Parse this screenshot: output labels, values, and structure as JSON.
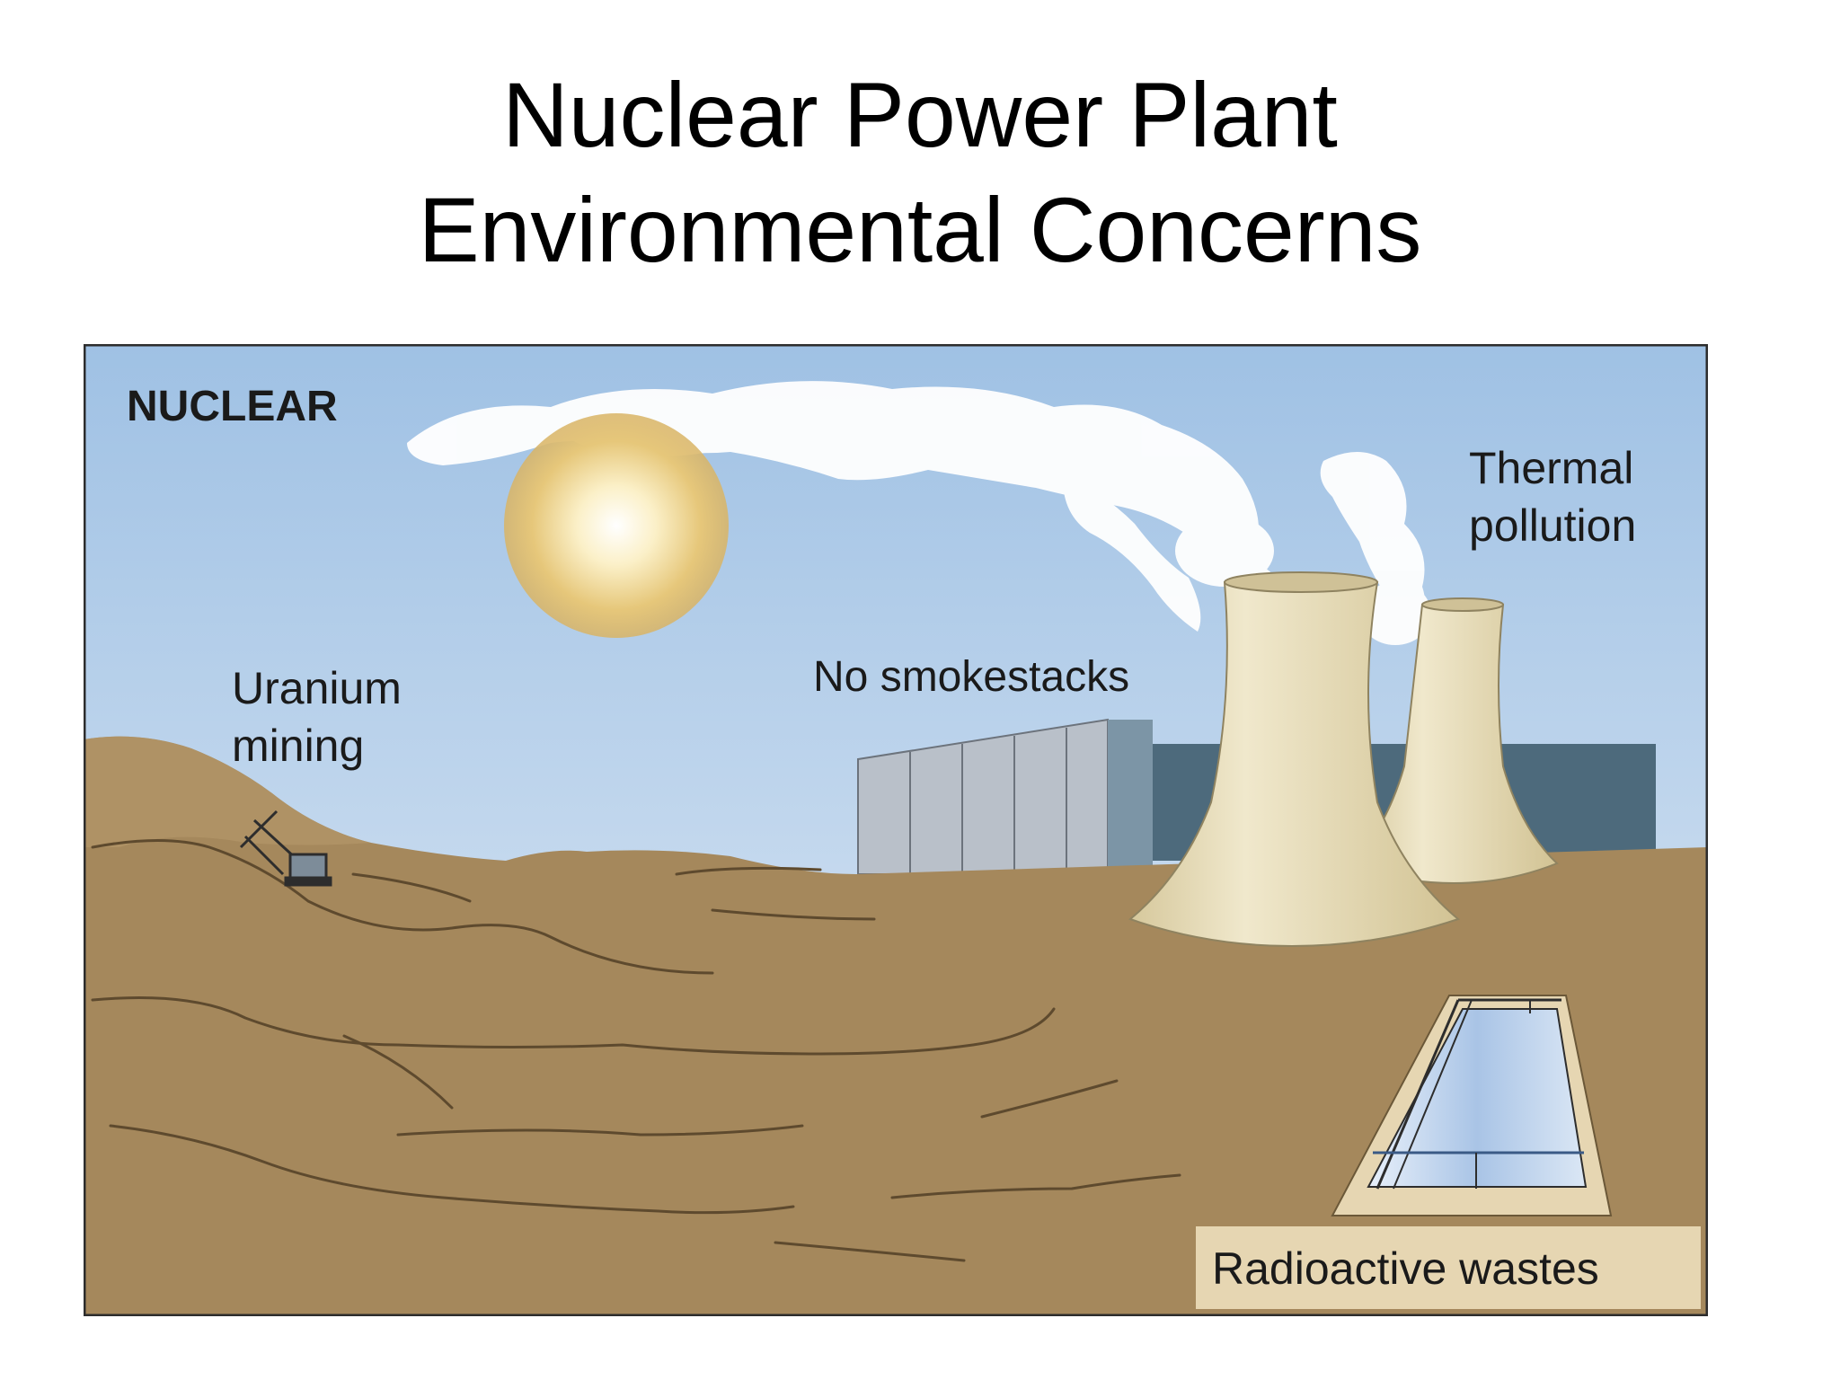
{
  "slide": {
    "title_line1": "Nuclear Power Plant",
    "title_line2": "Environmental Concerns"
  },
  "figure": {
    "heading": "NUCLEAR",
    "labels": {
      "uranium_line1": "Uranium",
      "uranium_line2": "mining",
      "smokestacks": "No smokestacks",
      "thermal_line1": "Thermal",
      "thermal_line2": "pollution",
      "wastes": "Radioactive wastes"
    },
    "colors": {
      "sky_top": "#a9c8e6",
      "sky_bottom": "#e6eef7",
      "ground": "#a5885c",
      "ground_dark": "#8f7248",
      "tower": "#e6dcb6",
      "building": "#b7bdc6",
      "building_back": "#4d6a7c",
      "sun": "#e6c77a",
      "water": "#bdd3ec",
      "label_box": "#e6d6b2"
    }
  }
}
